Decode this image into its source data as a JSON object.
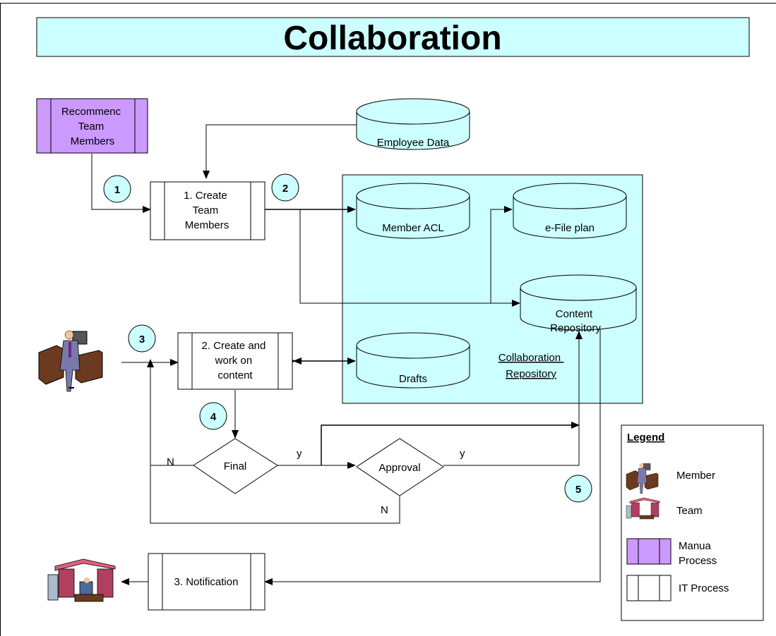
{
  "title": "Collaboration",
  "colors": {
    "title_fill": "#ccffff",
    "repo_fill": "#ccffff",
    "manual_fill": "#cc99ff",
    "step_fill": "#ccffff",
    "stroke": "#000000"
  },
  "processes": {
    "recommend": [
      "Recommenc",
      "Team",
      "Members"
    ],
    "create_team": [
      "1. Create",
      "Team",
      "Members"
    ],
    "create_work": [
      "2. Create and",
      "work on",
      "content"
    ],
    "notification": [
      "3. Notification"
    ]
  },
  "databases": {
    "employee": [
      "Employee Data"
    ],
    "member_acl": [
      "Member ACL"
    ],
    "efile": [
      "e-File plan"
    ],
    "content": [
      "Content",
      "Repository"
    ],
    "drafts": [
      "Drafts"
    ]
  },
  "repository_label": [
    "Collaboration",
    "Repository"
  ],
  "decisions": {
    "final": "Final",
    "approval": "Approval"
  },
  "branch_labels": {
    "final_yes": "y",
    "final_no": "N",
    "approval_yes": "y",
    "approval_no": "N"
  },
  "steps": [
    "1",
    "2",
    "3",
    "4",
    "5"
  ],
  "legend": {
    "title": "Legend",
    "member": [
      "Member"
    ],
    "team": [
      "Team"
    ],
    "manual": [
      "Manua",
      "Process"
    ],
    "it": [
      "IT Process"
    ]
  },
  "icons": {
    "member": "person-at-desk-icon",
    "team": "team-office-icon"
  }
}
